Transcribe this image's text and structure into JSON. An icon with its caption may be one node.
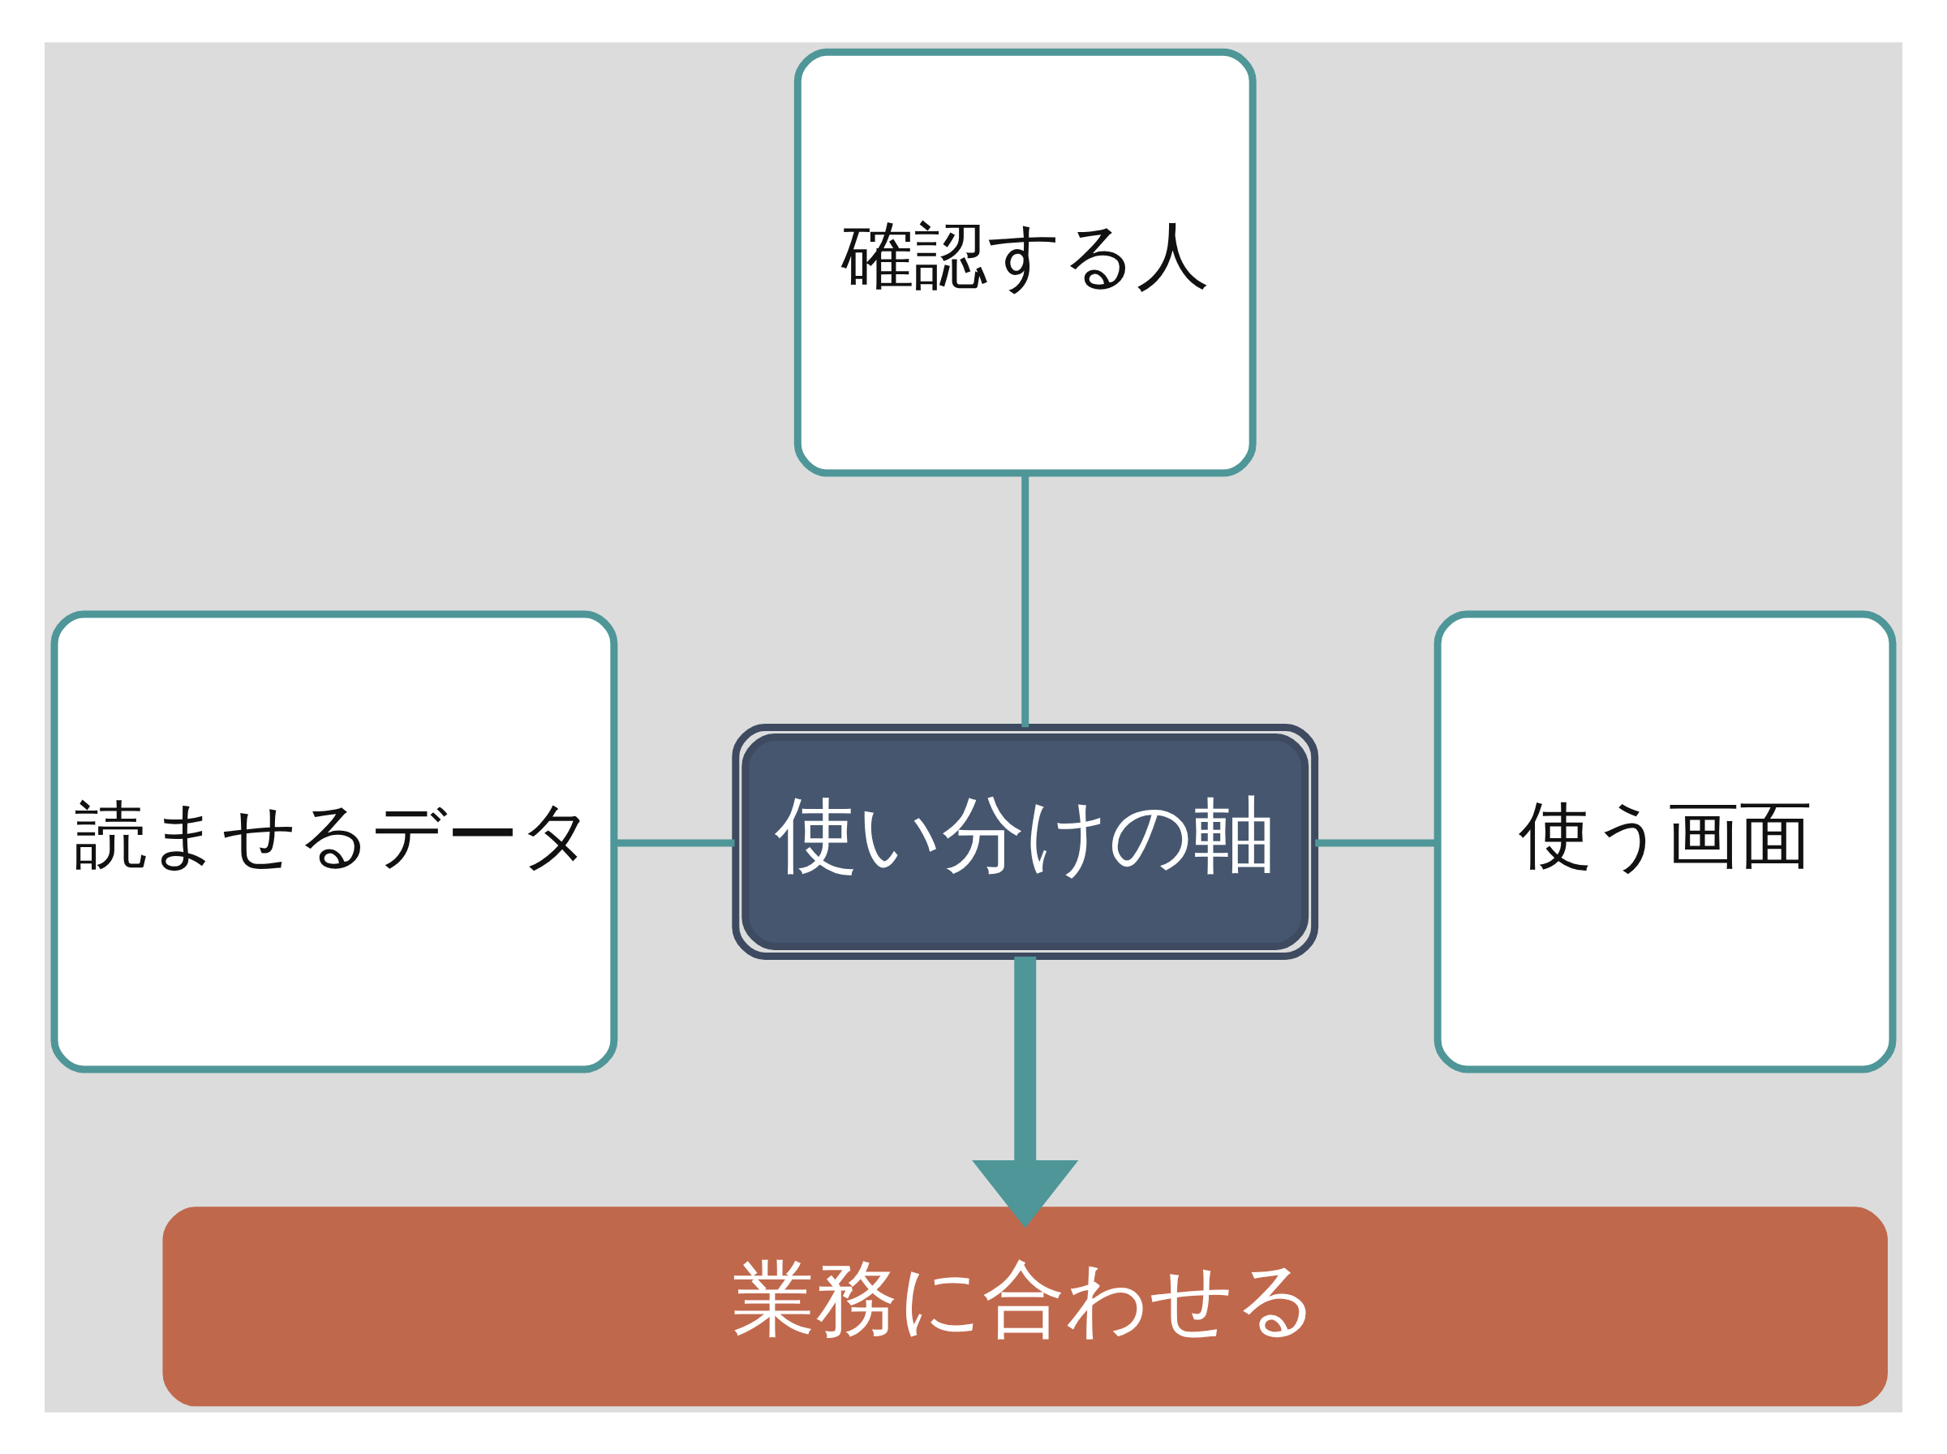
{
  "diagram": {
    "nodes": [
      {
        "text": [
          "確認する人"
        ]
      },
      {
        "text": [
          "読ませるデータ"
        ]
      },
      {
        "text": [
          "使い分けの軸"
        ]
      },
      {
        "text": [
          "使う画面"
        ]
      },
      {
        "text": [
          "業務に合わせる"
        ]
      }
    ],
    "edges": [
      {
        "from": 0,
        "to": 2,
        "arrow": "none"
      },
      {
        "from": 1,
        "to": 2,
        "arrow": "none"
      },
      {
        "from": 2,
        "to": 3,
        "arrow": "none"
      },
      {
        "from": 2,
        "to": 4,
        "arrow": "to",
        "style": "thick"
      }
    ]
  }
}
